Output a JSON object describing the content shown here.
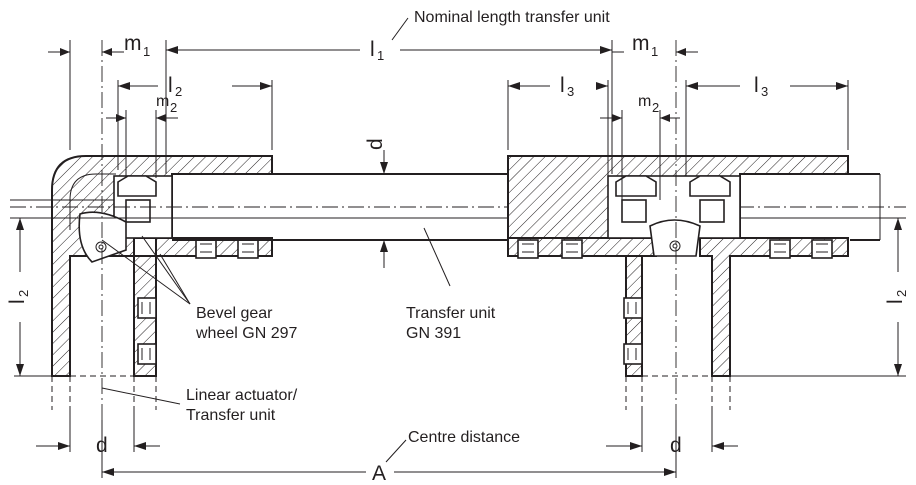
{
  "labels": {
    "nominal_length": "Nominal length transfer unit",
    "l1": "l",
    "l1_sub": "1",
    "m1_left": "m",
    "m1_left_sub": "1",
    "m1_right": "m",
    "m1_right_sub": "1",
    "l2_top": "l",
    "l2_top_sub": "2",
    "m2_left": "m",
    "m2_left_sub": "2",
    "m2_right": "m",
    "m2_right_sub": "2",
    "l3_left": "l",
    "l3_left_sub": "3",
    "l3_right": "l",
    "l3_right_sub": "3",
    "d_top": "d",
    "l2_left_vert": "l",
    "l2_left_vert_sub": "2",
    "l2_right_vert": "l",
    "l2_right_vert_sub": "2",
    "bevel_gear_line1": "Bevel gear",
    "bevel_gear_line2": "wheel GN 297",
    "transfer_unit_line1": "Transfer unit",
    "transfer_unit_line2": "GN 391",
    "linear_actuator_line1": "Linear actuator/",
    "linear_actuator_line2": "Transfer unit",
    "centre_distance": "Centre distance",
    "d_left": "d",
    "d_right": "d",
    "A": "A"
  },
  "colors": {
    "ink": "#231f20",
    "background": "#ffffff"
  }
}
